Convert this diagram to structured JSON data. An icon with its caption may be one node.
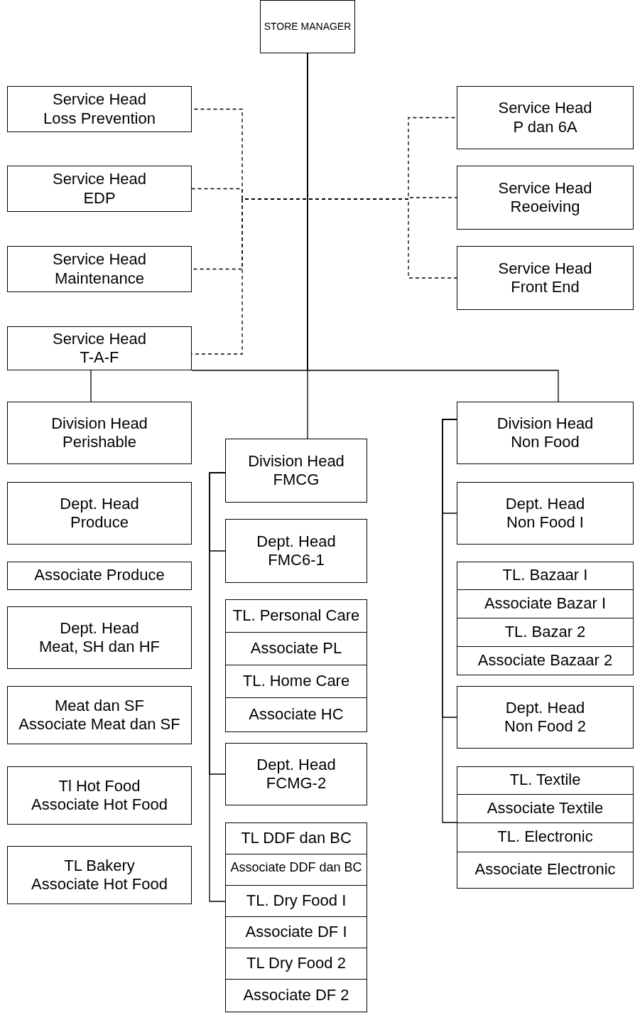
{
  "diagram": {
    "nodes": [
      {
        "text": [
          "STORE MANAGER"
        ]
      },
      {
        "text": [
          "Service Head",
          "Loss Prevention"
        ]
      },
      {
        "text": [
          "Service Head",
          "EDP"
        ]
      },
      {
        "text": [
          "Service Head",
          "Maintenance"
        ]
      },
      {
        "text": [
          "Service Head",
          "T-A-F"
        ]
      },
      {
        "text": [
          "Division Head",
          "Perishable"
        ]
      },
      {
        "text": [
          "Dept. Head",
          "Produce"
        ]
      },
      {
        "text": [
          "Associate Produce"
        ]
      },
      {
        "text": [
          "Dept. Head",
          "Meat, SH dan HF"
        ]
      },
      {
        "text": [
          "Meat dan SF",
          "Associate Meat dan SF"
        ]
      },
      {
        "text": [
          "Tl Hot Food",
          "Associate Hot Food"
        ]
      },
      {
        "text": [
          "TL Bakery",
          "Associate Hot Food"
        ]
      },
      {
        "text": [
          "Service Head",
          "P dan 6A"
        ]
      },
      {
        "text": [
          "Service Head",
          "Reoeiving"
        ]
      },
      {
        "text": [
          "Service Head",
          "Front End"
        ]
      },
      {
        "text": [
          "Division Head",
          "FMCG"
        ]
      },
      {
        "text": [
          "Dept. Head",
          "FMC6-1"
        ]
      },
      {
        "text": [
          "TL. Personal Care"
        ]
      },
      {
        "text": [
          "Associate PL"
        ]
      },
      {
        "text": [
          "TL. Home Care"
        ]
      },
      {
        "text": [
          "Associate HC"
        ]
      },
      {
        "text": [
          "Dept. Head",
          "FCMG-2"
        ]
      },
      {
        "text": [
          "TL DDF dan BC"
        ]
      },
      {
        "text": [
          "Associate DDF dan BC"
        ]
      },
      {
        "text": [
          "TL. Dry Food I"
        ]
      },
      {
        "text": [
          "Associate DF I"
        ]
      },
      {
        "text": [
          "TL Dry Food 2"
        ]
      },
      {
        "text": [
          "Associate DF 2"
        ]
      },
      {
        "text": [
          "Division Head",
          "Non Food"
        ]
      },
      {
        "text": [
          "Dept. Head",
          "Non Food I"
        ]
      },
      {
        "text": [
          "TL. Bazaar I"
        ]
      },
      {
        "text": [
          "Associate Bazar I"
        ]
      },
      {
        "text": [
          "TL. Bazar 2"
        ]
      },
      {
        "text": [
          "Associate Bazaar 2"
        ]
      },
      {
        "text": [
          "Dept. Head",
          "Non Food 2"
        ]
      },
      {
        "text": [
          "TL. Textile"
        ]
      },
      {
        "text": [
          "Associate Textile"
        ]
      },
      {
        "text": [
          "TL. Electronic"
        ]
      },
      {
        "text": [
          "Associate Electronic"
        ]
      }
    ],
    "edges": [
      {
        "from": 0,
        "to": 15,
        "arrow": "none"
      },
      {
        "from": 0,
        "to": 4,
        "arrow": "none"
      },
      {
        "from": 0,
        "to": 28,
        "arrow": "none"
      },
      {
        "from": 4,
        "to": 5,
        "arrow": "none"
      },
      {
        "from": 0,
        "to": 1,
        "arrow": "none",
        "style": "dashed"
      },
      {
        "from": 0,
        "to": 2,
        "arrow": "none",
        "style": "dashed"
      },
      {
        "from": 0,
        "to": 3,
        "arrow": "none",
        "style": "dashed"
      },
      {
        "from": 0,
        "to": 4,
        "arrow": "none",
        "style": "dashed"
      },
      {
        "from": 0,
        "to": 12,
        "arrow": "none",
        "style": "dashed"
      },
      {
        "from": 0,
        "to": 13,
        "arrow": "none",
        "style": "dashed"
      },
      {
        "from": 0,
        "to": 14,
        "arrow": "none",
        "style": "dashed"
      },
      {
        "from": 15,
        "to": 16,
        "arrow": "none"
      },
      {
        "from": 15,
        "to": 21,
        "arrow": "none"
      },
      {
        "from": 15,
        "to": 24,
        "arrow": "none"
      },
      {
        "from": 28,
        "to": 29,
        "arrow": "none"
      },
      {
        "from": 28,
        "to": 34,
        "arrow": "none"
      },
      {
        "from": 28,
        "to": 36,
        "arrow": "none"
      }
    ]
  }
}
